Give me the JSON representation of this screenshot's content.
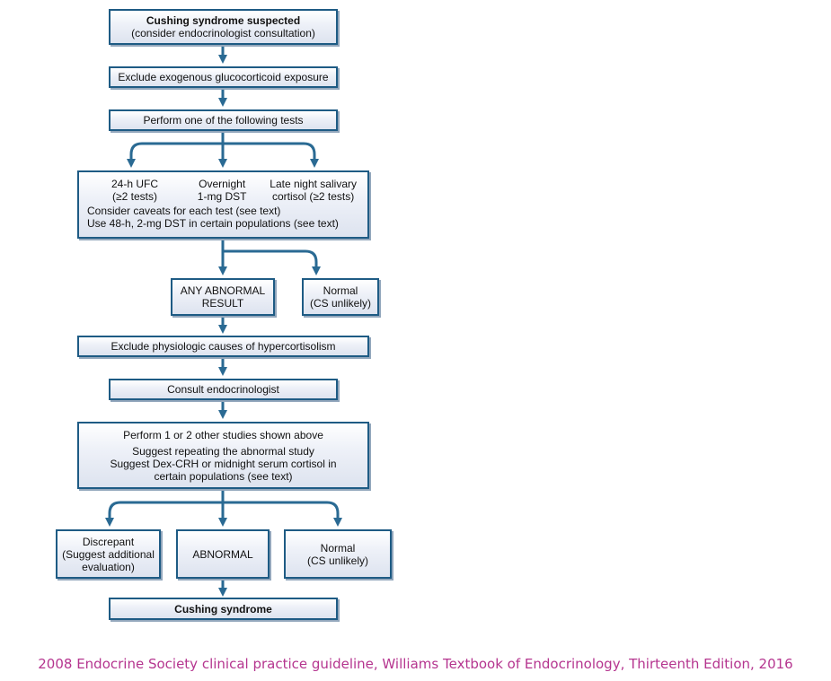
{
  "boxes": {
    "suspected": {
      "title": "Cushing syndrome suspected",
      "subtitle": "(consider endocrinologist consultation)"
    },
    "exclude_exogenous": "Exclude exogenous glucocorticoid exposure",
    "perform_tests": "Perform one of the following tests",
    "tests": {
      "ufc_line1": "24-h UFC",
      "ufc_line2": "(≥2 tests)",
      "dst_line1": "Overnight",
      "dst_line2": "1-mg DST",
      "saliva_line1": "Late night salivary",
      "saliva_line2": "cortisol (≥2 tests)",
      "caveats": "Consider caveats for each test (see text)",
      "use_48h": "Use 48-h, 2-mg DST in certain populations (see text)"
    },
    "any_abnormal": {
      "line1": "ANY ABNORMAL",
      "line2": "RESULT"
    },
    "normal_1": {
      "line1": "Normal",
      "line2": "(CS unlikely)"
    },
    "exclude_physiologic": "Exclude physiologic causes of hypercortisolism",
    "consult": "Consult endocrinologist",
    "perform_other": {
      "line1": "Perform 1 or 2 other studies shown above",
      "line2": "Suggest repeating the abnormal study",
      "line3": "Suggest Dex-CRH or midnight serum cortisol in",
      "line4": "certain populations (see text)"
    },
    "discrepant": {
      "line1": "Discrepant",
      "line2": "(Suggest additional",
      "line3": "evaluation)"
    },
    "abnormal": "ABNORMAL",
    "normal_2": {
      "line1": "Normal",
      "line2": "(CS unlikely)"
    },
    "cushing": "Cushing syndrome"
  },
  "caption": "2008 Endocrine Society clinical practice guideline, Williams Textbook of Endocrinology, Thirteenth Edition, 2016",
  "colors": {
    "border": "#1e5b84",
    "arrow": "#2a6a93",
    "caption": "#b5358f"
  }
}
